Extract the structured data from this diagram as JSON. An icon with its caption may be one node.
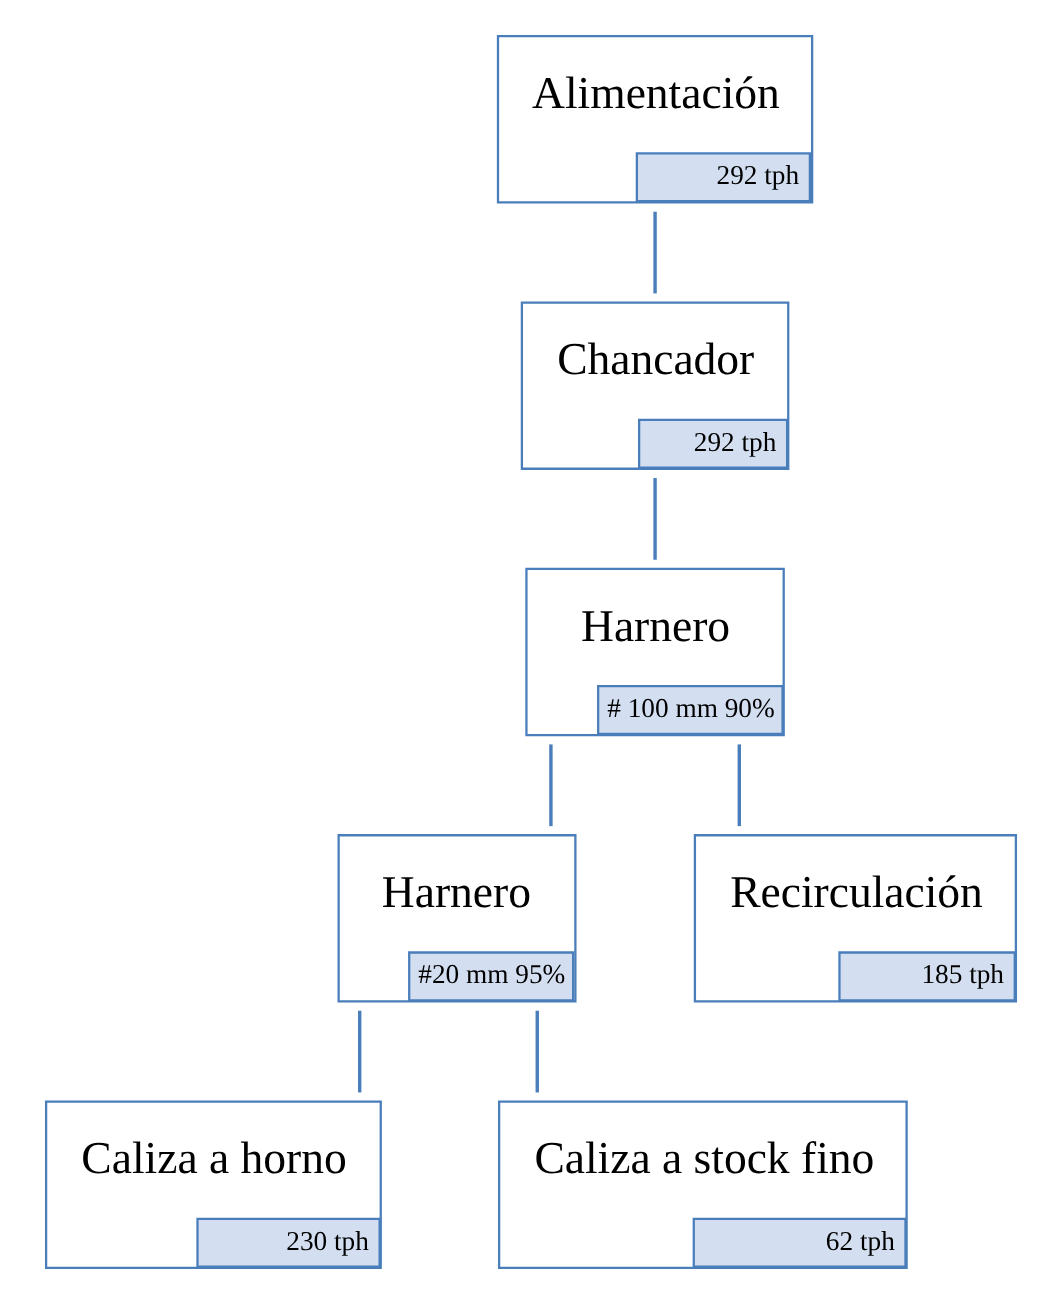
{
  "diagram": {
    "nodes": [
      {
        "text": [
          "Alimentación",
          "292 tph"
        ]
      },
      {
        "text": [
          "Chancador",
          "292 tph"
        ]
      },
      {
        "text": [
          "Harnero",
          "# 100 mm 90%"
        ]
      },
      {
        "text": [
          "Harnero",
          "#20 mm 95%"
        ]
      },
      {
        "text": [
          "Recirculación",
          "185 tph"
        ]
      },
      {
        "text": [
          "Caliza a horno",
          "230 tph"
        ]
      },
      {
        "text": [
          "Caliza a stock fino",
          "62 tph"
        ]
      }
    ],
    "edges": [
      {
        "from": 0,
        "to": 1,
        "arrow": "none"
      },
      {
        "from": 1,
        "to": 2,
        "arrow": "none"
      },
      {
        "from": 2,
        "to": 3,
        "arrow": "none"
      },
      {
        "from": 2,
        "to": 4,
        "arrow": "none"
      },
      {
        "from": 3,
        "to": 5,
        "arrow": "none"
      },
      {
        "from": 3,
        "to": 6,
        "arrow": "none"
      }
    ]
  }
}
